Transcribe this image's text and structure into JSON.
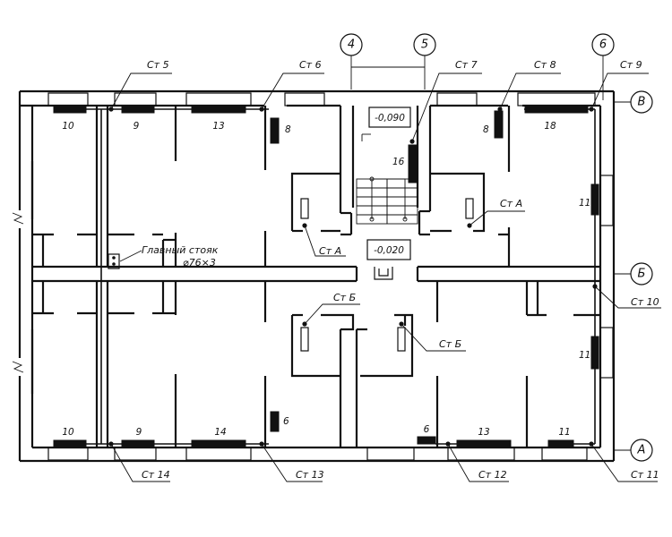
{
  "axes": {
    "a4": "4",
    "a5": "5",
    "a6": "6",
    "aV": "В",
    "aB": "Б",
    "aA": "А"
  },
  "levels": {
    "upper": "-0,090",
    "lower": "-0,020"
  },
  "main_riser": {
    "line1": "Главный стояк",
    "line2": "⌀76×3"
  },
  "risers": {
    "st5": "Ст 5",
    "st6": "Ст 6",
    "st7": "Ст 7",
    "st8": "Ст 8",
    "st9": "Ст 9",
    "stA_left": "Ст А",
    "stA_right": "Ст А",
    "stB_left": "Ст Б",
    "stB_right": "Ст Б",
    "st10": "Ст 10",
    "st11": "Ст 11",
    "st12": "Ст 12",
    "st13": "Ст 13",
    "st14": "Ст 14"
  },
  "radiators": {
    "r_top_1": "10",
    "r_top_2": "9",
    "r_top_3": "13",
    "r_top_4": "8",
    "r_stair": "16",
    "r_top_5": "8",
    "r_top_6": "18",
    "r_right_1": "11",
    "r_right_2": "11",
    "r_mid_6": "6",
    "r_bot_1": "10",
    "r_bot_2": "9",
    "r_bot_3": "14",
    "r_bot_4": "6",
    "r_bot_5": "13",
    "r_bot_6": "11"
  }
}
